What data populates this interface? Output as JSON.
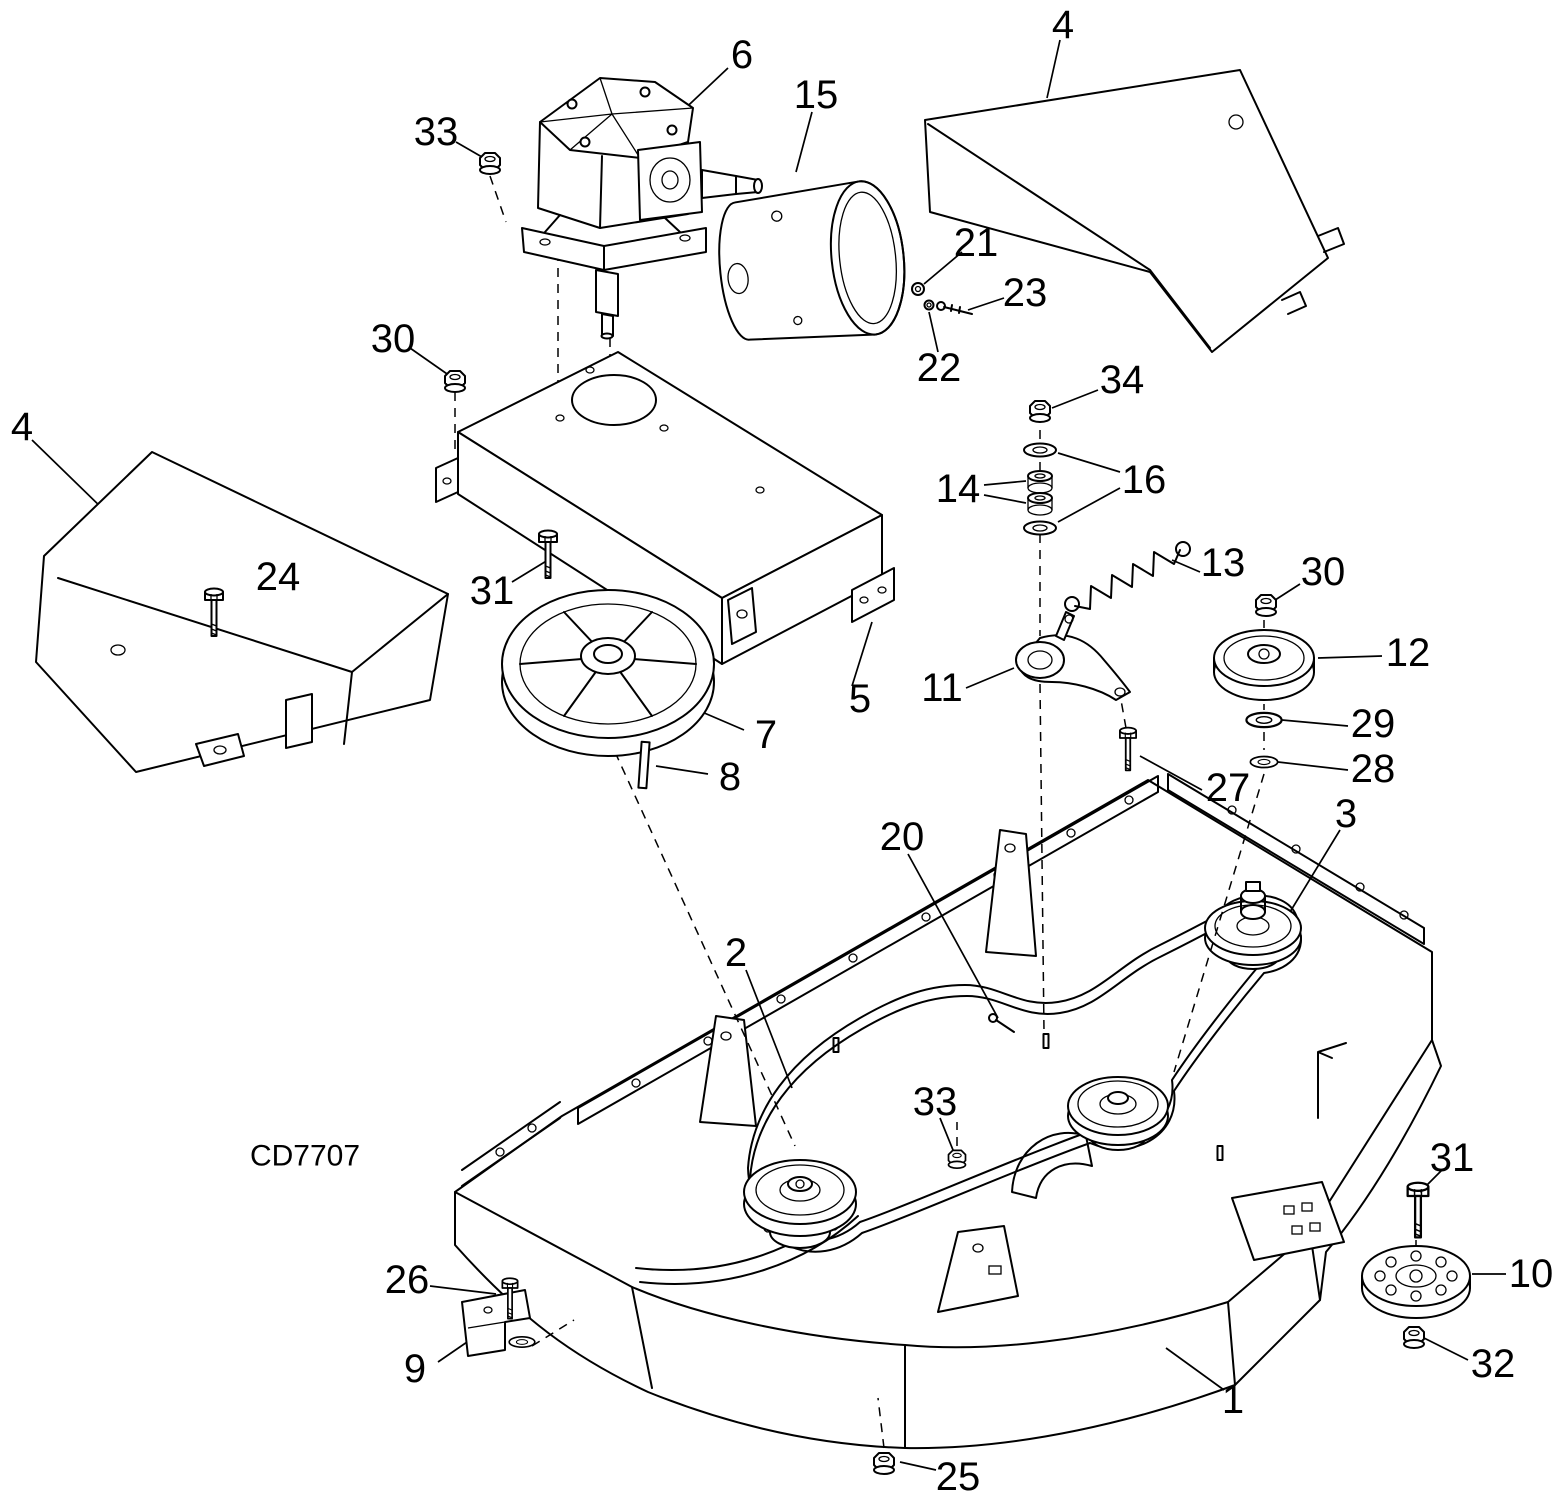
{
  "diagram": {
    "code": "CD7707",
    "colors": {
      "line": "#000000",
      "background": "#ffffff"
    },
    "callouts": [
      "6",
      "4",
      "15",
      "33",
      "21",
      "23",
      "22",
      "30",
      "34",
      "4",
      "16",
      "14",
      "13",
      "30",
      "24",
      "31",
      "12",
      "11",
      "5",
      "29",
      "7",
      "28",
      "8",
      "27",
      "3",
      "20",
      "2",
      "33",
      "31",
      "26",
      "10",
      "9",
      "32",
      "1",
      "25"
    ]
  }
}
